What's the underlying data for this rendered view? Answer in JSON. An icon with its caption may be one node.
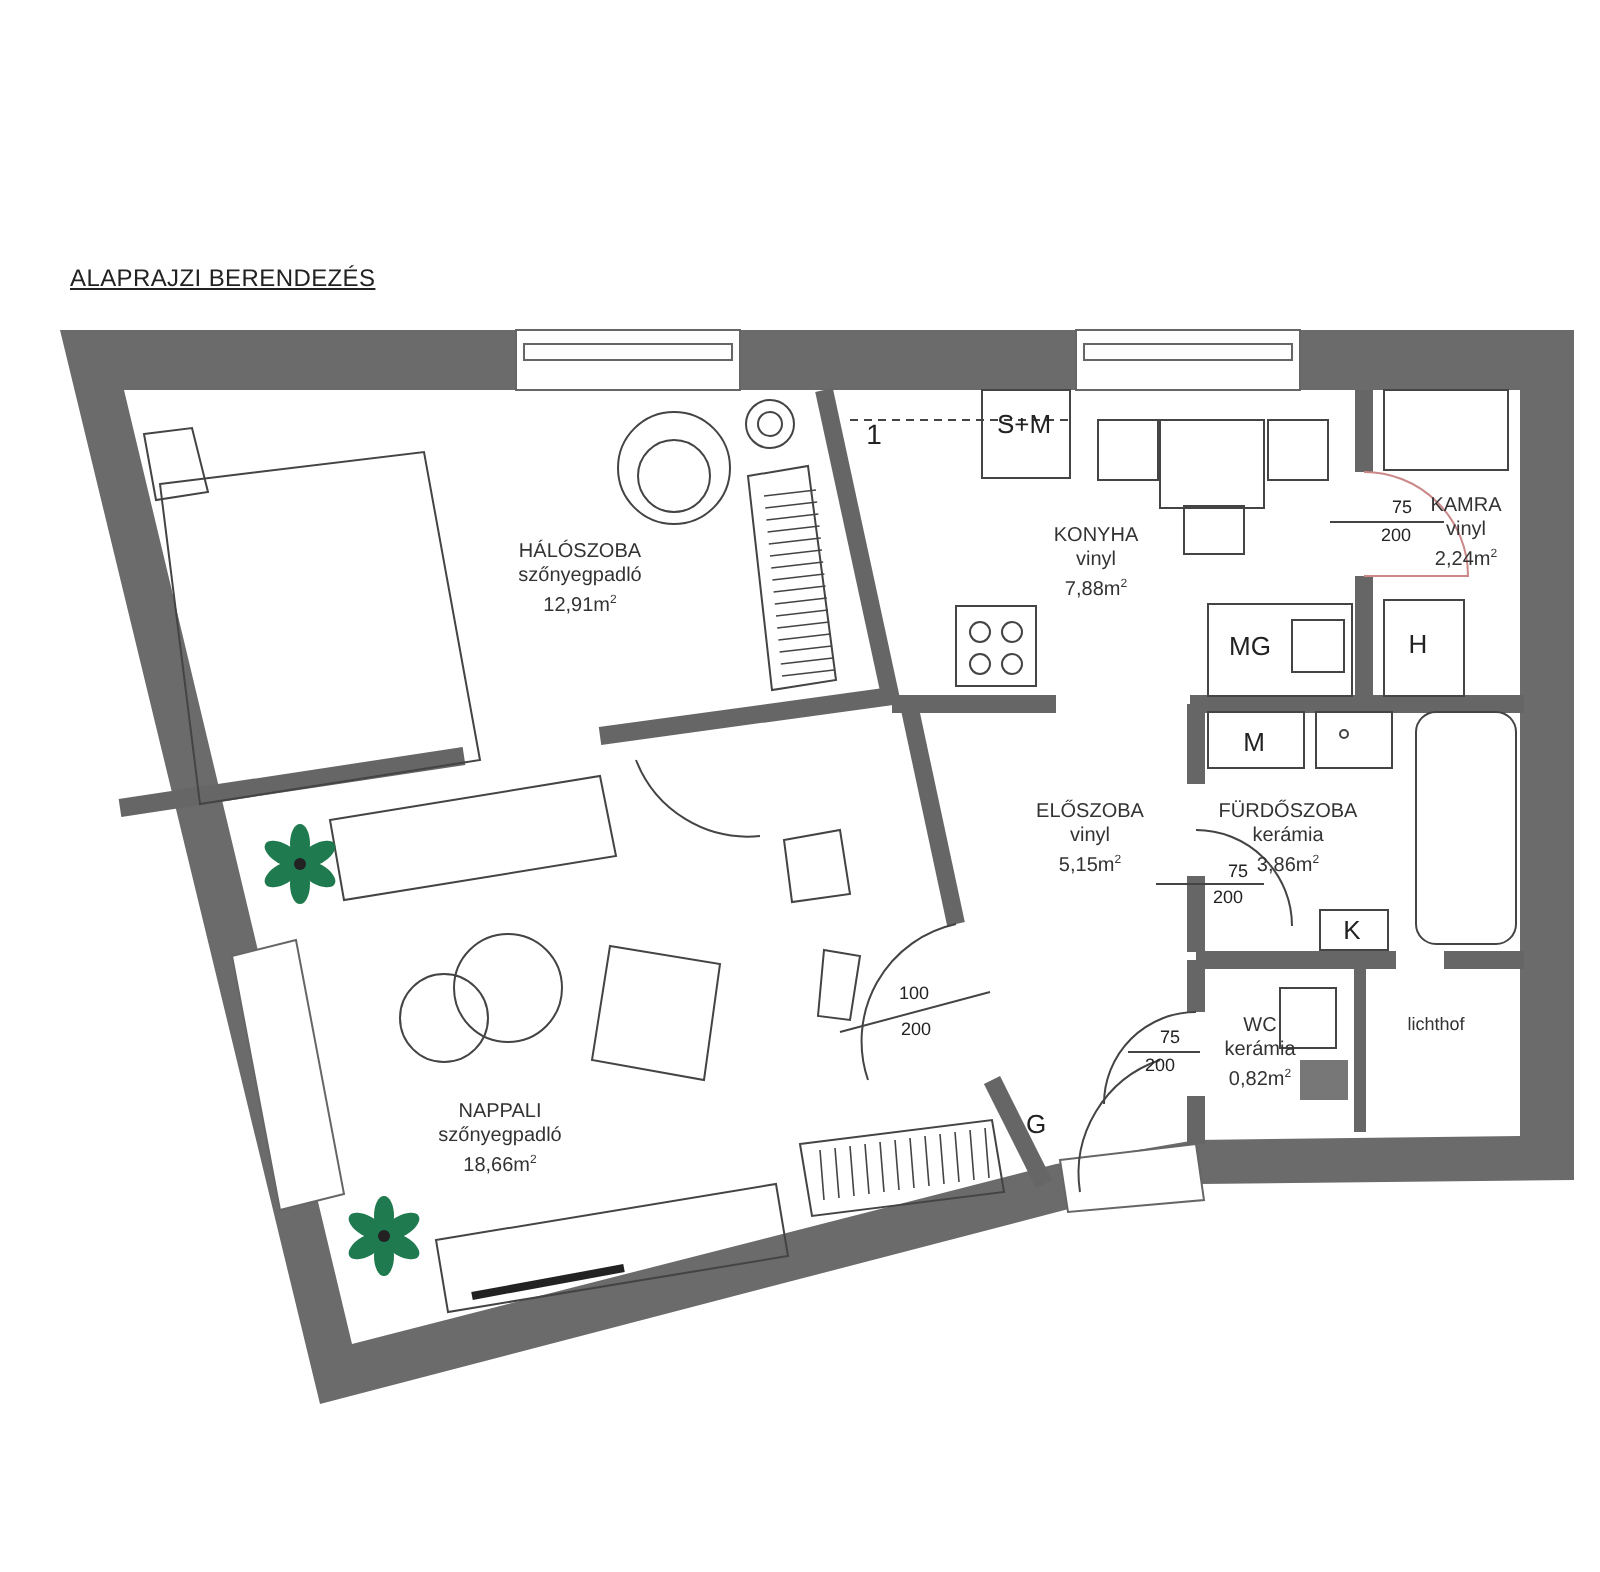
{
  "diagram": {
    "title": "ALAPRAJZI BERENDEZÉS",
    "nodes": [
      {
        "text": [
          "HÁLÓSZOBA",
          "szőnyegpadló",
          "12,91m$^{2}$"
        ]
      },
      {
        "text": [
          "KONYHA",
          "vinyl",
          "7,88m$^{2}$"
        ]
      },
      {
        "text": [
          "KAMRA",
          "vinyl",
          "2,24m$^{2}$"
        ]
      },
      {
        "text": [
          "ELŐSZOBA",
          "vinyl",
          "5,15m$^{2}$"
        ]
      },
      {
        "text": [
          "FÜRDŐSZOBA",
          "kerámia",
          "3,86m$^{2}$"
        ]
      },
      {
        "text": [
          "lichthof"
        ]
      },
      {
        "text": [
          "WC",
          "kerámia",
          "0,82m$^{2}$"
        ]
      },
      {
        "text": [
          "NAPPALI",
          "szőnyegpadló",
          "18,66m$^{2}$"
        ]
      }
    ],
    "labels": [
      "1",
      "S+M",
      "75",
      "200",
      "MG",
      "H",
      "M",
      "75",
      "200",
      "K",
      "100",
      "200",
      "75",
      "200",
      "G"
    ]
  }
}
